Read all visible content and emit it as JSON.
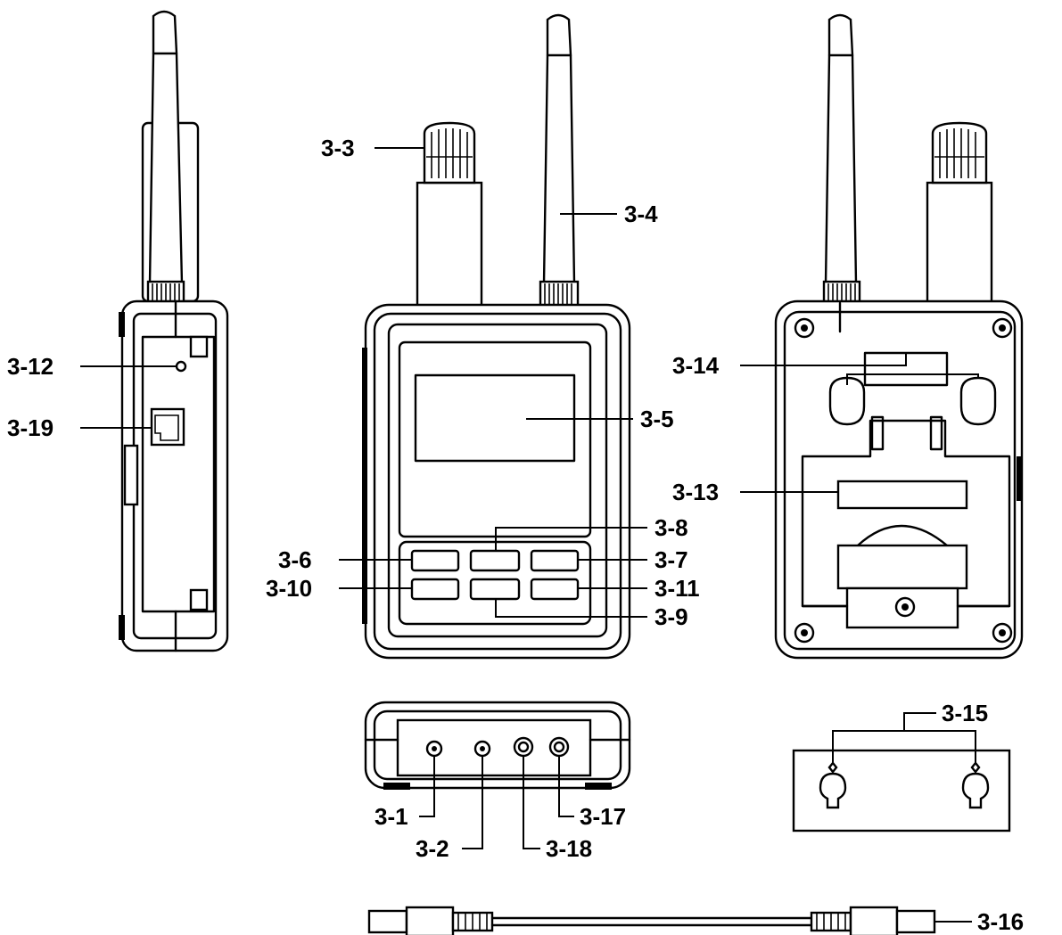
{
  "labels": {
    "l3_1": "3-1",
    "l3_2": "3-2",
    "l3_3": "3-3",
    "l3_4": "3-4",
    "l3_5": "3-5",
    "l3_6": "3-6",
    "l3_7": "3-7",
    "l3_8": "3-8",
    "l3_9": "3-9",
    "l3_10": "3-10",
    "l3_11": "3-11",
    "l3_12": "3-12",
    "l3_13": "3-13",
    "l3_14": "3-14",
    "l3_15": "3-15",
    "l3_16": "3-16",
    "l3_17": "3-17",
    "l3_18": "3-18",
    "l3_19": "3-19"
  },
  "colors": {
    "stroke": "#000000",
    "background": "#ffffff"
  }
}
